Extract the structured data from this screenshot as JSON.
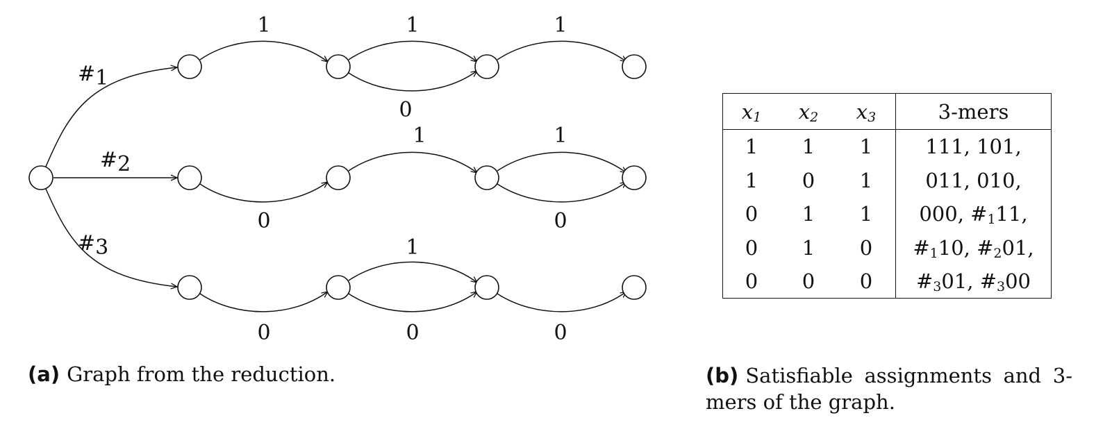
{
  "figure": {
    "graph": {
      "hash_labels": [
        {
          "symbol": "#",
          "sub": "1"
        },
        {
          "symbol": "#",
          "sub": "2"
        },
        {
          "symbol": "#",
          "sub": "3"
        }
      ],
      "edge_labels": {
        "row1_top": [
          "1",
          "1",
          "1"
        ],
        "row1_bottom": [
          "0"
        ],
        "row2_top": [
          "1",
          "1"
        ],
        "row2_bottom": [
          "0",
          "0"
        ],
        "row3_top": [
          "1"
        ],
        "row3_bottom": [
          "0",
          "0",
          "0"
        ]
      }
    },
    "caption_a": {
      "tag": "(a)",
      "text": "Graph from the reduction."
    },
    "caption_b": {
      "tag": "(b)",
      "text": "Satisfiable assignments and 3-mers of the graph."
    },
    "table": {
      "headers": [
        {
          "var": "x",
          "sub": "1"
        },
        {
          "var": "x",
          "sub": "2"
        },
        {
          "var": "x",
          "sub": "3"
        },
        {
          "text": "3-mers"
        }
      ],
      "rows": [
        {
          "x1": "1",
          "x2": "1",
          "x3": "1",
          "kmers": "111, 101,"
        },
        {
          "x1": "1",
          "x2": "0",
          "x3": "1",
          "kmers": "011, 010,"
        },
        {
          "x1": "0",
          "x2": "1",
          "x3": "1",
          "kmers_parts": [
            {
              "t": "000, #"
            },
            {
              "s": "1"
            },
            {
              "t": "11,"
            }
          ]
        },
        {
          "x1": "0",
          "x2": "1",
          "x3": "0",
          "kmers_parts": [
            {
              "t": "#"
            },
            {
              "s": "1"
            },
            {
              "t": "10, #"
            },
            {
              "s": "2"
            },
            {
              "t": "01,"
            }
          ]
        },
        {
          "x1": "0",
          "x2": "0",
          "x3": "0",
          "kmers_parts": [
            {
              "t": "#"
            },
            {
              "s": "3"
            },
            {
              "t": "01, #"
            },
            {
              "s": "3"
            },
            {
              "t": "00"
            }
          ]
        }
      ]
    }
  }
}
